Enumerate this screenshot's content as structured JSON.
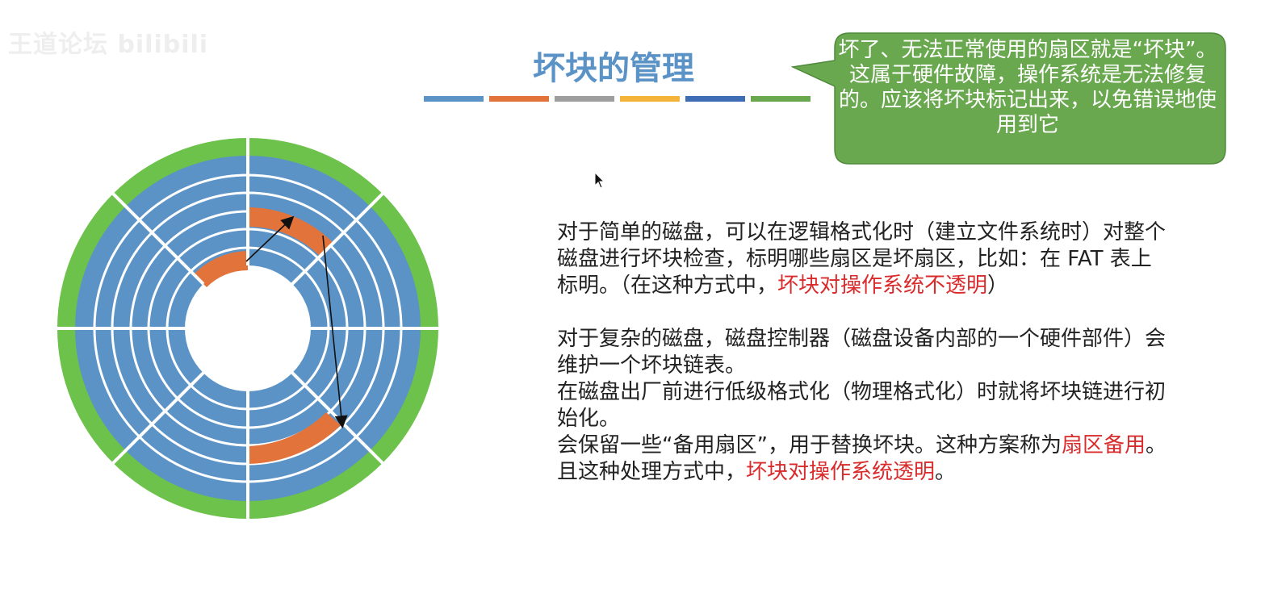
{
  "watermark": "王道论坛 bilibili",
  "slide": {
    "title": "坏块的管理",
    "title_color": "#5b93c7",
    "bar_colors": [
      "#5b93c7",
      "#e2733a",
      "#9e9e9e",
      "#f4b43a",
      "#3f6db5",
      "#6aa84f"
    ]
  },
  "callout": {
    "text": "坏了、无法正常使用的扇区就是“坏块”。这属于硬件故障，操作系统是无法修复的。应该将坏块标记出来，以免错误地使用到它",
    "fill_color": "#6aa84f"
  },
  "disk": {
    "outer_ring_color": "#6cc24a",
    "track_color": "#5b93c7",
    "bad_block_color": "#e2733a",
    "divider_color": "#ffffff"
  },
  "paragraphs": [
    {
      "p1_black_1": "对于简单的磁盘，可以在逻辑格式化时（建立文件系统时）对整个磁盘进行坏块检查，标明哪些扇区是坏扇区，比如：在 FAT 表上标明。（在这种方式中，",
      "p1_red_1": "坏块对操作系统不透明",
      "p1_black_2": "）"
    },
    {
      "p2_text": "对于复杂的磁盘，磁盘控制器（磁盘设备内部的一个硬件部件）会维护一个坏块链表。"
    },
    {
      "p3_text": "在磁盘出厂前进行低级格式化（物理格式化）时就将坏块链进行初始化。"
    },
    {
      "p4_black_1": "会保留一些“备用扇区”，用于替换坏块。这种方案称为",
      "p4_red_1": "扇区备用",
      "p4_black_2": "。且这种处理方式中，",
      "p4_red_2": "坏块对操作系统透明",
      "p4_black_3": "。"
    }
  ],
  "text_colors": {
    "body": "#222222",
    "emphasis": "#d92b2b"
  }
}
